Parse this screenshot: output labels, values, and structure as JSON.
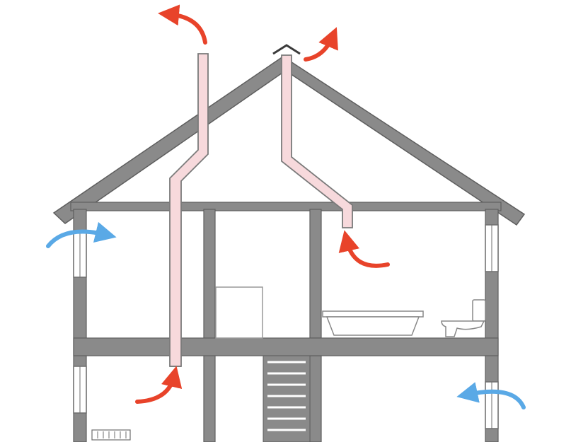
{
  "diagram": {
    "subject": "house-ventilation-cross-section",
    "colors": {
      "structure": "#8a8a8a",
      "structure_dark": "#6e6e6e",
      "duct_fill": "#f7d9dc",
      "duct_stroke": "#7a7a7a",
      "exhaust_arrow": "#e8432a",
      "intake_arrow": "#5aa9e6",
      "fixture_fill": "#ffffff",
      "fixture_stroke": "#888888",
      "background": "#ffffff"
    },
    "airflow": {
      "exhaust_arrows": 4,
      "intake_arrows": 2
    },
    "elements": {
      "ducts": [
        "chimney-duct-left",
        "roof-vent-duct-right"
      ],
      "fixtures": [
        "bathtub",
        "toilet",
        "doorway",
        "staircase",
        "radiator"
      ],
      "windows": [
        "window-left-upper",
        "window-left-lower",
        "window-right-upper",
        "window-right-lower"
      ]
    }
  }
}
